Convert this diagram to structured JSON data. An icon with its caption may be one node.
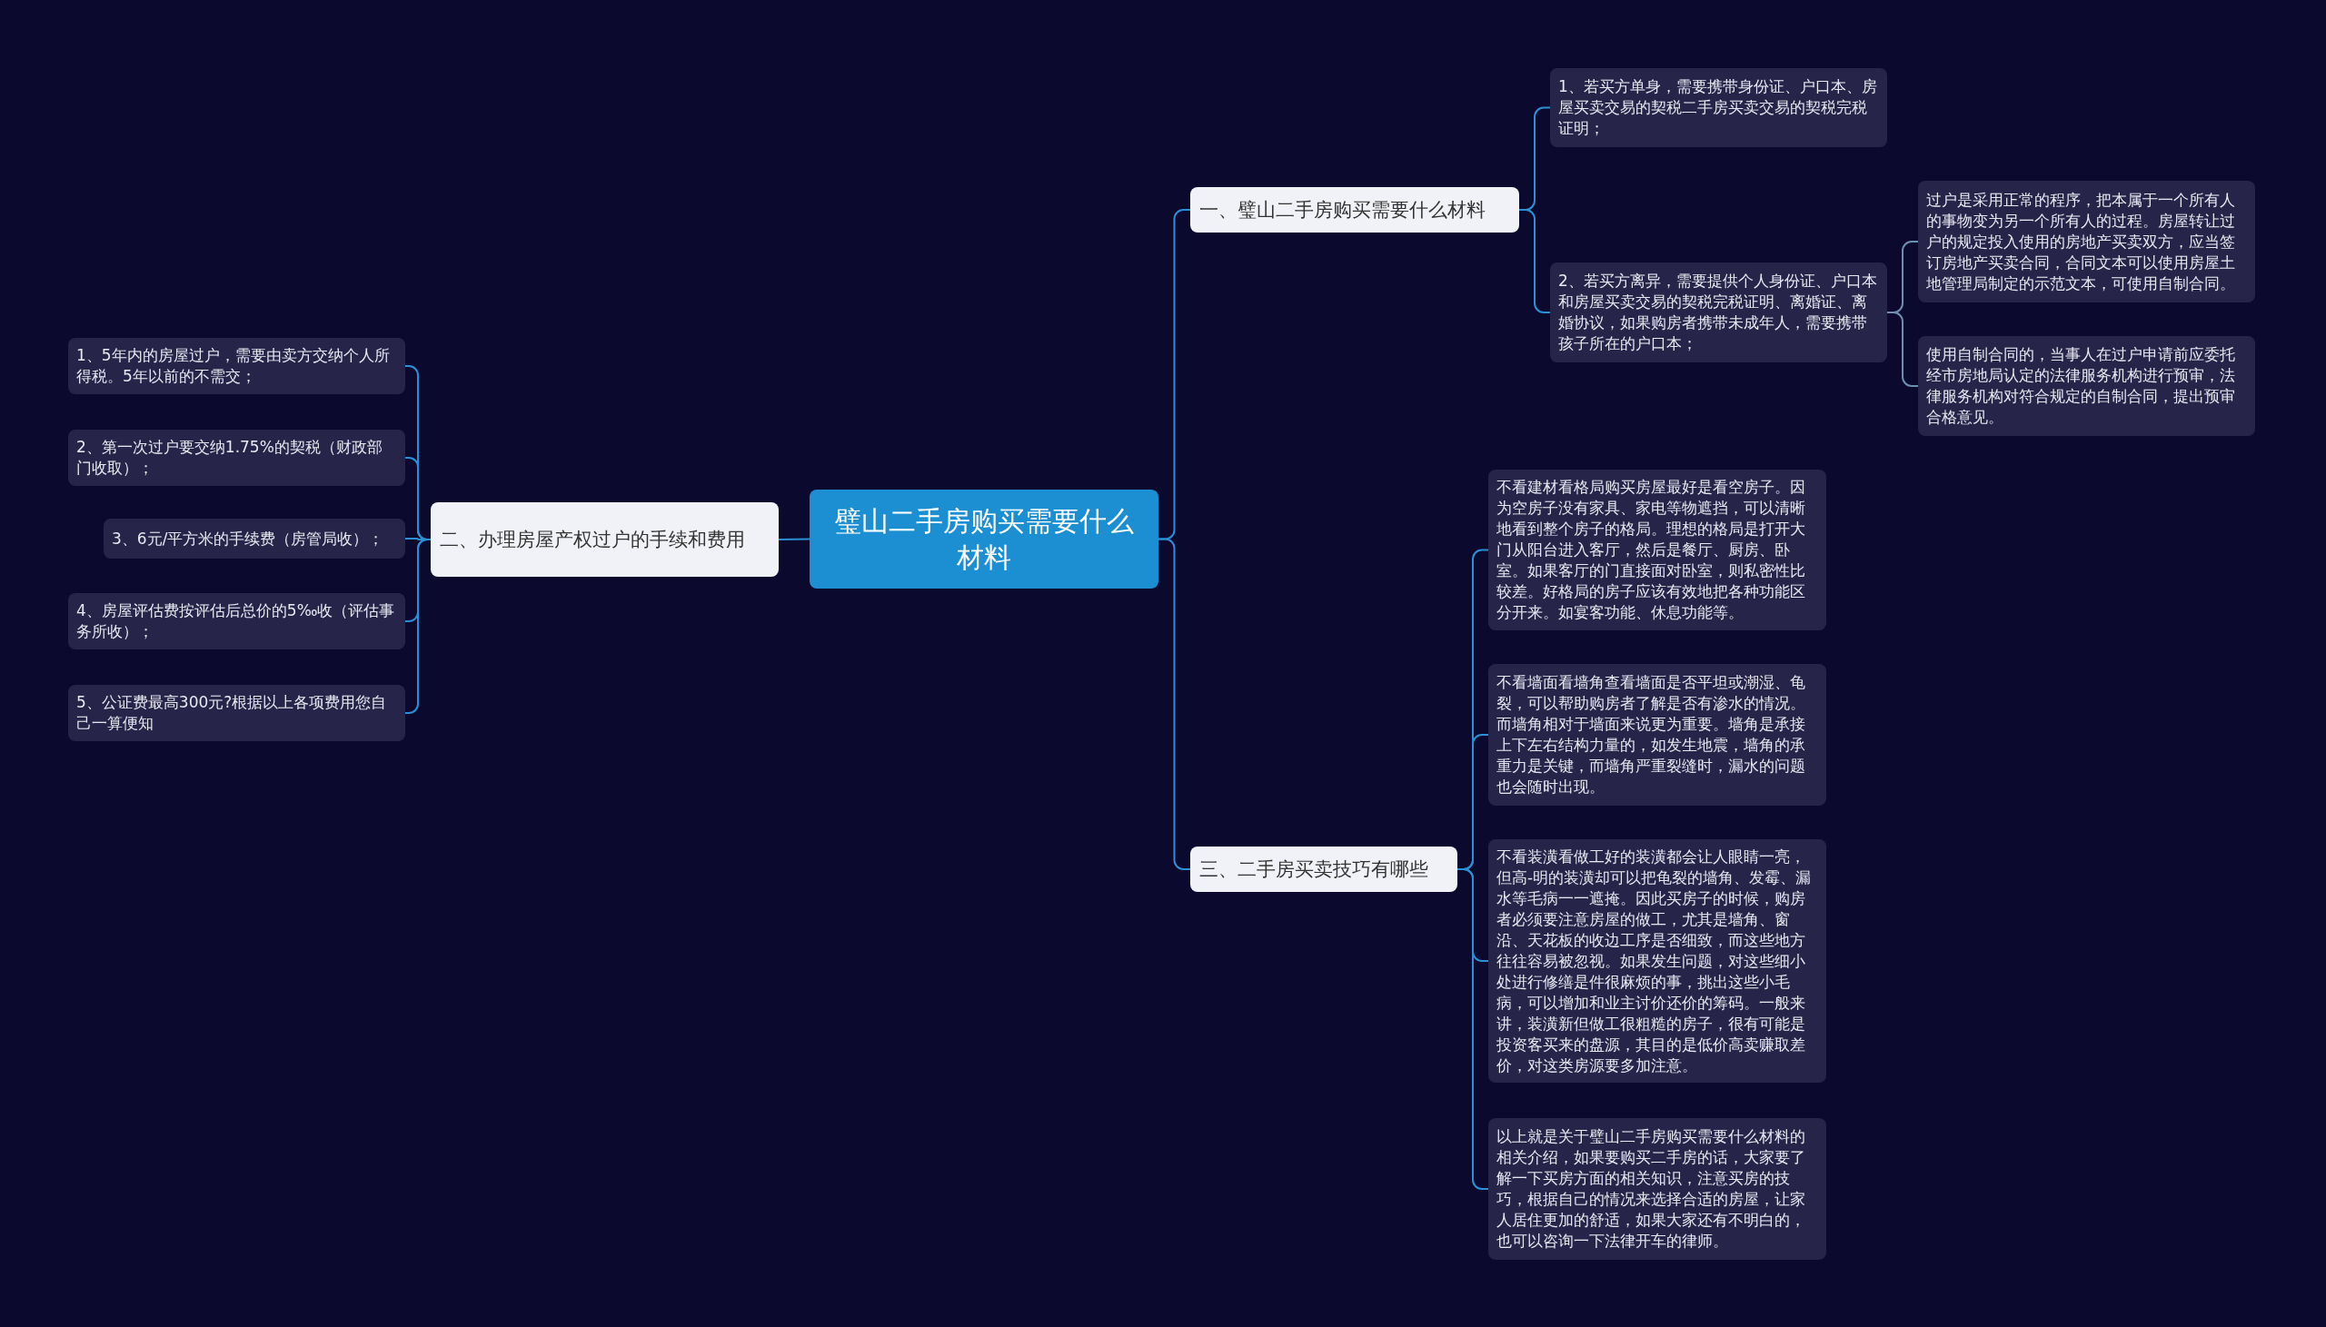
{
  "diagram": {
    "nodes": [
      {
        "text": [
          "璧山二手房购买需要什么材料"
        ]
      },
      {
        "text": [
          "一、璧山二手房购买需要什么材料"
        ]
      },
      {
        "text": [
          "1、若买方单身，需要携带身份证、户口本、房屋买卖交易的契税二手房买卖交易的契税完税证明；"
        ]
      },
      {
        "text": [
          "2、若买方离异，需要提供个人身份证、户口本和房屋买卖交易的契税完税证明、离婚证、离婚协议，如果购房者携带未成年人，需要携带孩子所在的户口本；"
        ]
      },
      {
        "text": [
          "过户是采用正常的程序，把本属于一个所有人的事物变为另一个所有人的过程。房屋转让过户的规定投入使用的房地产买卖双方，应当签订房地产买卖合同，合同文本可以使用房屋土地管理局制定的示范文本，可使用自制合同。"
        ]
      },
      {
        "text": [
          "使用自制合同的，当事人在过户申请前应委托经市房地局认定的法律服务机构进行预审，法律服务机构对符合规定的自制合同，提出预审合格意见。"
        ]
      },
      {
        "text": [
          "二、办理房屋产权过户的手续和费用"
        ]
      },
      {
        "text": [
          "1、5年内的房屋过户，需要由卖方交纳个人所得税。5年以前的不需交；"
        ]
      },
      {
        "text": [
          "2、第一次过户要交纳1.75%的契税（财政部门收取）；"
        ]
      },
      {
        "text": [
          "3、6元/平方米的手续费（房管局收）；"
        ]
      },
      {
        "text": [
          "4、房屋评估费按评估后总价的5‰收（评估事务所收）；"
        ]
      },
      {
        "text": [
          "5、公证费最高300元?根据以上各项费用您自己一算便知"
        ]
      },
      {
        "text": [
          "三、二手房买卖技巧有哪些"
        ]
      },
      {
        "text": [
          "不看建材看格局购买房屋最好是看空房子。因为空房子没有家具、家电等物遮挡，可以清晰地看到整个房子的格局。理想的格局是打开大门从阳台进入客厅，然后是餐厅、厨房、卧室。如果客厅的门直接面对卧室，则私密性比较差。好格局的房子应该有效地把各种功能区分开来。如宴客功能、休息功能等。"
        ]
      },
      {
        "text": [
          "不看墙面看墙角查看墙面是否平坦或潮湿、龟裂，可以帮助购房者了解是否有渗水的情况。而墙角相对于墙面来说更为重要。墙角是承接上下左右结构力量的，如发生地震，墙角的承重力是关键，而墙角严重裂缝时，漏水的问题也会随时出现。"
        ]
      },
      {
        "text": [
          "不看装潢看做工好的装潢都会让人眼睛一亮，但高-明的装潢却可以把龟裂的墙角、发霉、漏水等毛病一一遮掩。因此买房子的时候，购房者必须要注意房屋的做工，尤其是墙角、窗沿、天花板的收边工序是否细致，而这些地方往往容易被忽视。如果发生问题，对这些细小处进行修缮是件很麻烦的事，挑出这些小毛病，可以增加和业主讨价还价的筹码。一般来讲，装潢新但做工很粗糙的房子，很有可能是投资客买来的盘源，其目的是低价高卖赚取差价，对这类房源要多加注意。"
        ]
      },
      {
        "text": [
          "以上就是关于璧山二手房购买需要什么材料的相关介绍，如果要购买二手房的话，大家要了解一下买房方面的相关知识，注意买房的技巧，根据自己的情况来选择合适的房屋，让家人居住更加的舒适，如果大家还有不明白的，也可以咨询一下法律开车的律师。"
        ]
      }
    ],
    "edges": [
      {
        "from": 0,
        "to": 1,
        "arrow": "none"
      },
      {
        "from": 1,
        "to": 2,
        "arrow": "none"
      },
      {
        "from": 1,
        "to": 3,
        "arrow": "none"
      },
      {
        "from": 3,
        "to": 4,
        "arrow": "none",
        "color": "#6b8fae"
      },
      {
        "from": 3,
        "to": 5,
        "arrow": "none",
        "color": "#6b8fae"
      },
      {
        "from": 0,
        "to": 6,
        "arrow": "none"
      },
      {
        "from": 6,
        "to": 7,
        "arrow": "none"
      },
      {
        "from": 6,
        "to": 8,
        "arrow": "none"
      },
      {
        "from": 6,
        "to": 9,
        "arrow": "none"
      },
      {
        "from": 6,
        "to": 10,
        "arrow": "none"
      },
      {
        "from": 6,
        "to": 11,
        "arrow": "none"
      },
      {
        "from": 0,
        "to": 12,
        "arrow": "none"
      },
      {
        "from": 12,
        "to": 13,
        "arrow": "none"
      },
      {
        "from": 12,
        "to": 14,
        "arrow": "none"
      },
      {
        "from": 12,
        "to": 15,
        "arrow": "none"
      },
      {
        "from": 12,
        "to": 16,
        "arrow": "none"
      }
    ]
  }
}
